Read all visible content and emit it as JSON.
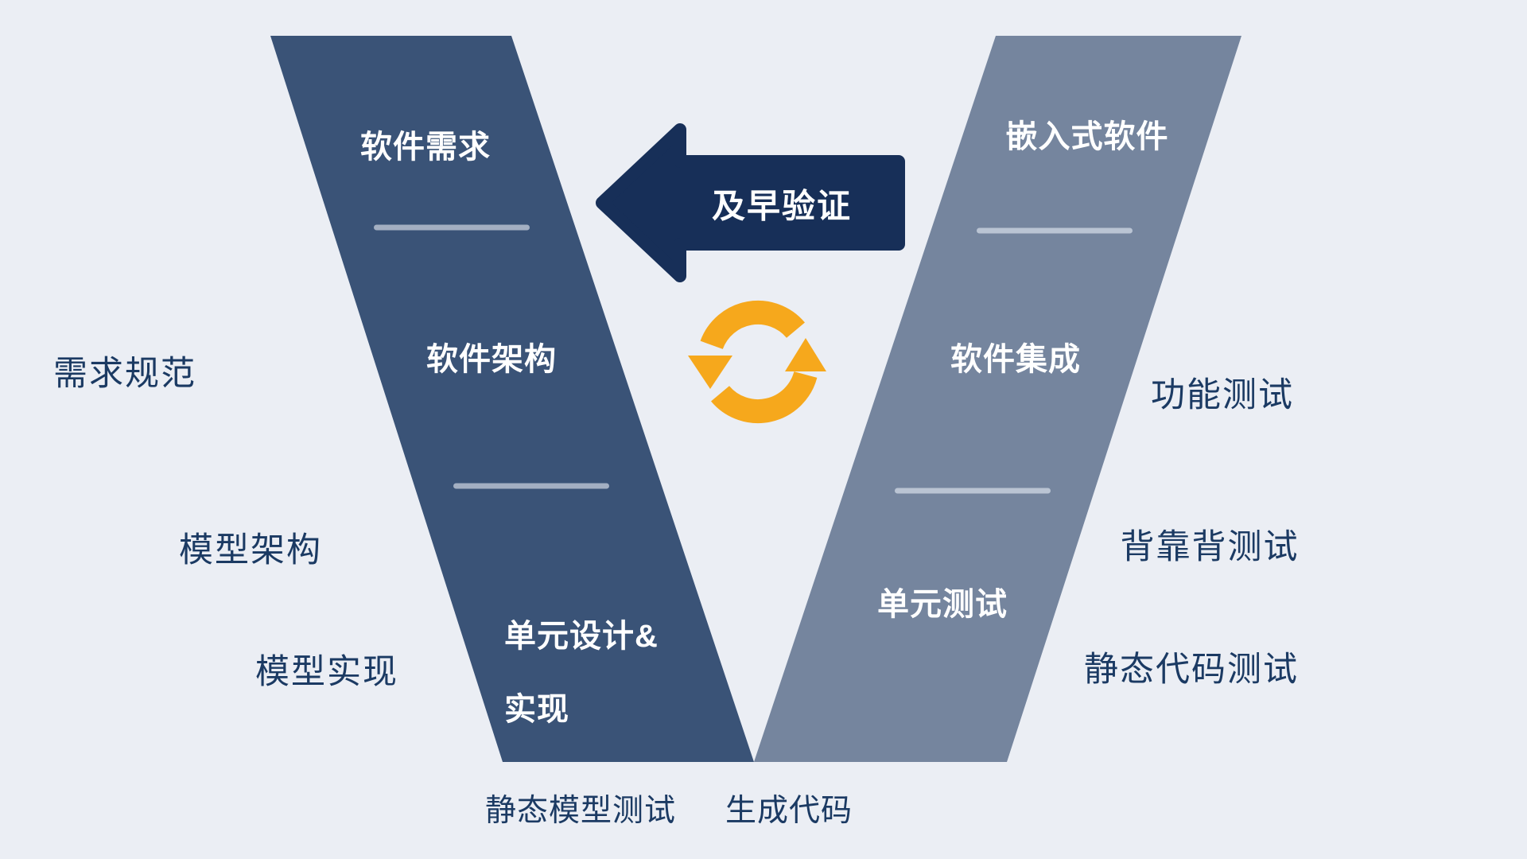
{
  "colors": {
    "background": "#EBEEF4",
    "left_bar": "#3A5377",
    "right_bar": "#75859E",
    "arrow": "#172F58",
    "accent_yellow": "#F6A81C",
    "divider_left": "#A3AFC2",
    "divider_right": "#BAC4D3",
    "outside_label_text": "#1B3A63",
    "bar_label_text": "#FFFFFF"
  },
  "diagram": {
    "left_bar": {
      "stages": [
        {
          "label": "软件需求"
        },
        {
          "label": "软件架构"
        },
        {
          "label_line1": "单元设计&",
          "label_line2": "实现"
        }
      ]
    },
    "right_bar": {
      "stages": [
        {
          "label": "嵌入式软件"
        },
        {
          "label": "软件集成"
        },
        {
          "label": "单元测试"
        }
      ]
    },
    "side_labels": {
      "left": [
        {
          "label": "需求规范"
        },
        {
          "label": "模型架构"
        },
        {
          "label": "模型实现"
        }
      ],
      "right": [
        {
          "label": "功能测试"
        },
        {
          "label": "背靠背测试"
        },
        {
          "label": "静态代码测试"
        }
      ],
      "bottom": [
        {
          "label": "静态模型测试"
        },
        {
          "label": "生成代码"
        }
      ]
    },
    "arrow": {
      "label": "及早验证"
    },
    "sync_icon": {
      "name": "sync-arrows-icon",
      "color": "#F6A81C"
    }
  }
}
